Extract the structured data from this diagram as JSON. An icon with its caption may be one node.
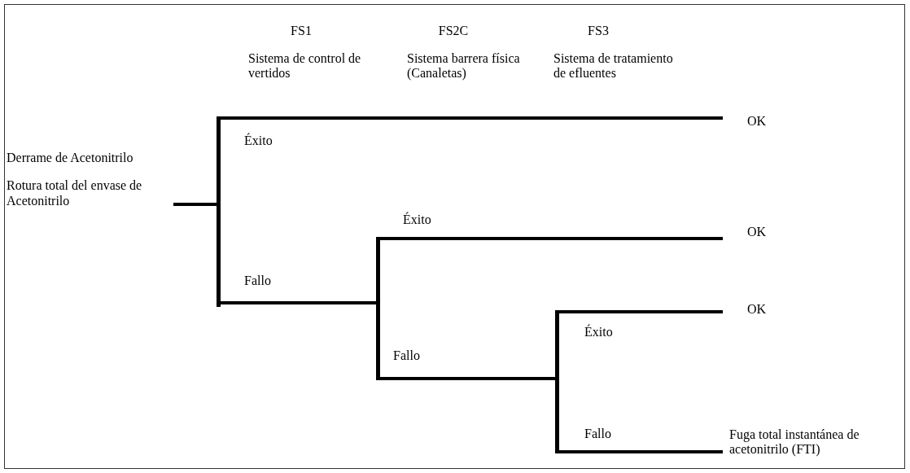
{
  "diagram": {
    "nodes": [
      {
        "text": [
          "Derrame de Acetonitrilo",
          "Rotura total del envase de Acetonitrilo"
        ]
      },
      {
        "text": [],
        "shape": "bar"
      },
      {
        "text": [
          "OK"
        ]
      },
      {
        "text": [],
        "shape": "bar"
      },
      {
        "text": [
          "OK"
        ]
      },
      {
        "text": [],
        "shape": "bar"
      },
      {
        "text": [
          "OK"
        ]
      },
      {
        "text": [
          "Fuga total instantánea de acetonitrilo (FTI)"
        ]
      }
    ],
    "edges": [
      {
        "from": 0,
        "to": 1,
        "arrow": "none"
      },
      {
        "from": 1,
        "to": 2,
        "arrow": "none",
        "label": "Éxito"
      },
      {
        "from": 1,
        "to": 3,
        "arrow": "none",
        "label": "Fallo"
      },
      {
        "from": 3,
        "to": 4,
        "arrow": "none",
        "label": "Éxito"
      },
      {
        "from": 3,
        "to": 5,
        "arrow": "none",
        "label": "Fallo"
      },
      {
        "from": 5,
        "to": 6,
        "arrow": "none",
        "label": "Éxito"
      },
      {
        "from": 5,
        "to": 7,
        "arrow": "none",
        "label": "Fallo"
      }
    ],
    "labels": [
      "FS1",
      "Sistema de control de vertidos",
      "FS2C",
      "Sistema barrera física (Canaletas)",
      "FS3",
      "Sistema de tratamiento de efluentes"
    ]
  }
}
